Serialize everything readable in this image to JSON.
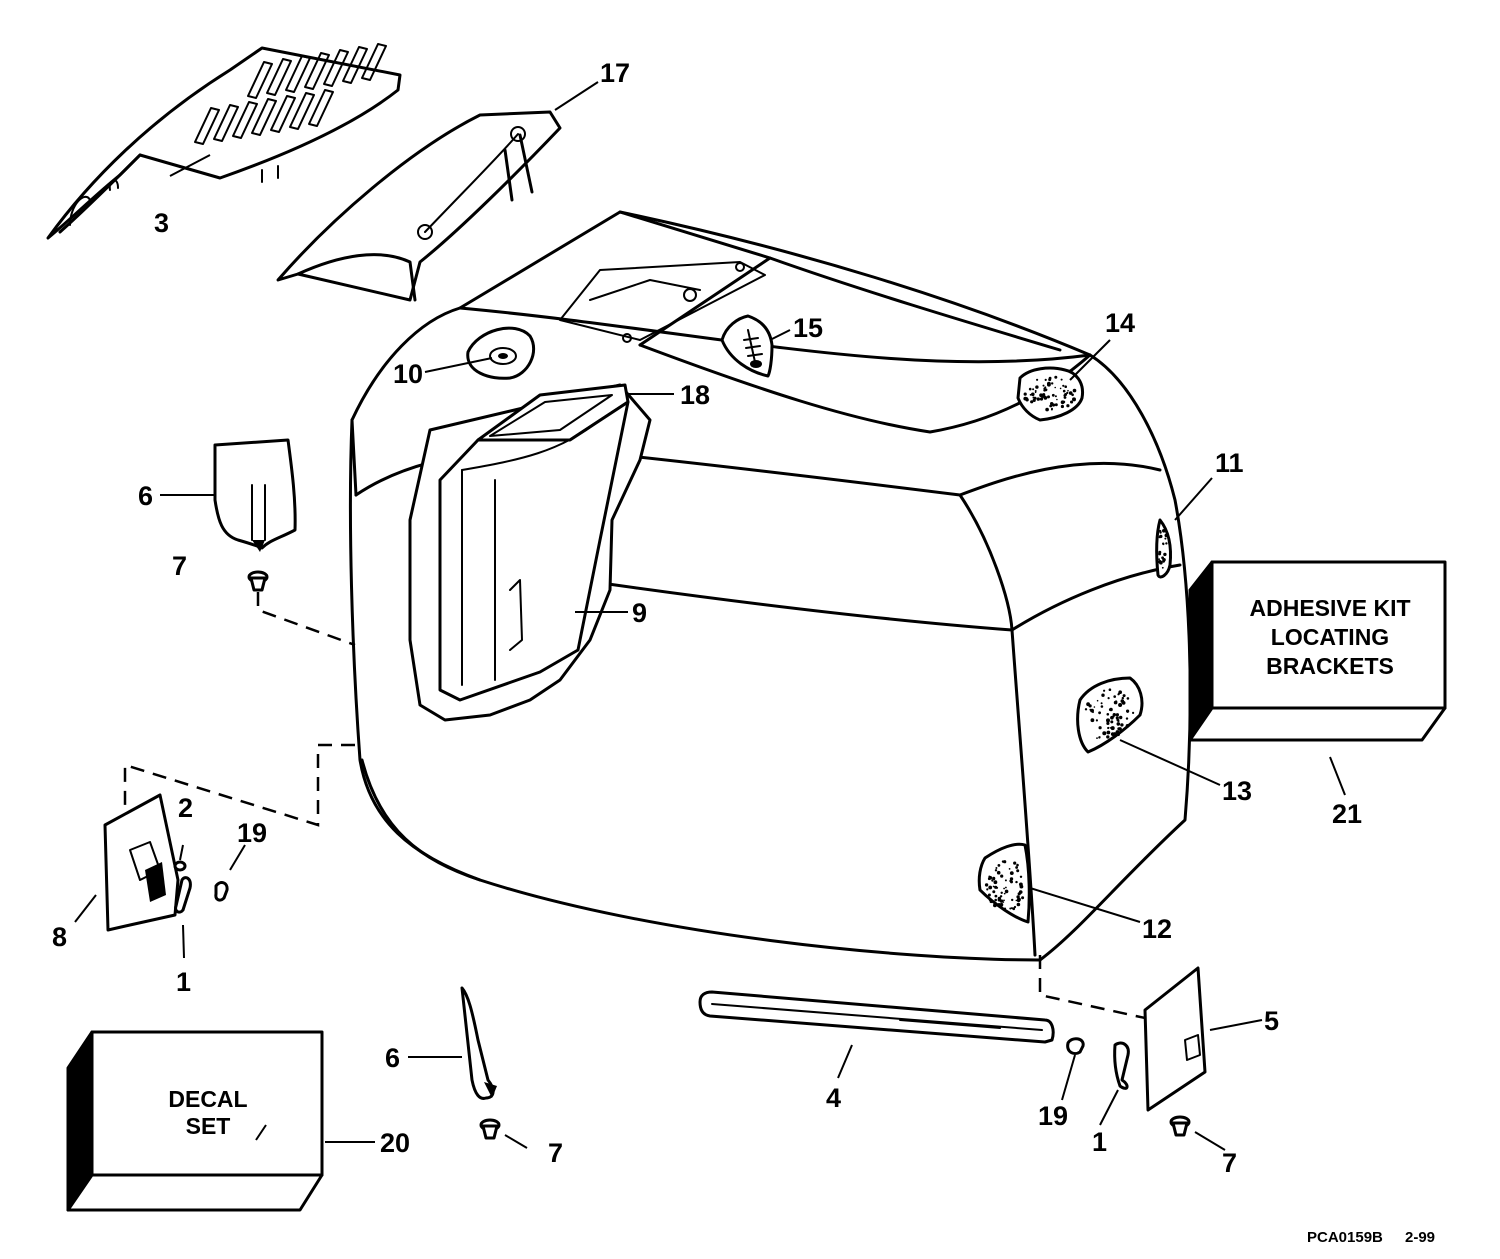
{
  "callouts": [
    {
      "id": "c1a",
      "label": "1"
    },
    {
      "id": "c1b",
      "label": "1"
    },
    {
      "id": "c2",
      "label": "2"
    },
    {
      "id": "c3",
      "label": "3"
    },
    {
      "id": "c4",
      "label": "4"
    },
    {
      "id": "c5",
      "label": "5"
    },
    {
      "id": "c6a",
      "label": "6"
    },
    {
      "id": "c6b",
      "label": "6"
    },
    {
      "id": "c7a",
      "label": "7"
    },
    {
      "id": "c7b",
      "label": "7"
    },
    {
      "id": "c7c",
      "label": "7"
    },
    {
      "id": "c8",
      "label": "8"
    },
    {
      "id": "c9",
      "label": "9"
    },
    {
      "id": "c10",
      "label": "10"
    },
    {
      "id": "c11",
      "label": "11"
    },
    {
      "id": "c12",
      "label": "12"
    },
    {
      "id": "c13",
      "label": "13"
    },
    {
      "id": "c14",
      "label": "14"
    },
    {
      "id": "c15",
      "label": "15"
    },
    {
      "id": "c17",
      "label": "17"
    },
    {
      "id": "c18",
      "label": "18"
    },
    {
      "id": "c19a",
      "label": "19"
    },
    {
      "id": "c19b",
      "label": "19"
    },
    {
      "id": "c20",
      "label": "20"
    },
    {
      "id": "c21",
      "label": "21"
    }
  ],
  "boxes": {
    "adhesive_kit": {
      "lines": [
        "ADHESIVE KIT",
        "LOCATING",
        "BRACKETS"
      ]
    },
    "decal_set": {
      "lines": [
        "DECAL",
        "SET"
      ]
    }
  },
  "footer": {
    "code": "PCA0159B",
    "date": "2-99"
  }
}
